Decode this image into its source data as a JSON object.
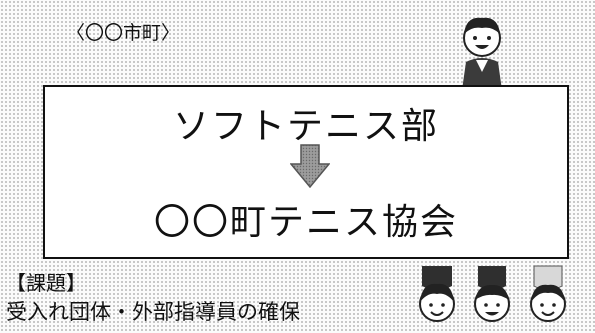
{
  "diagram": {
    "region_label": "〈〇〇市町〉",
    "from_label": "ソフトテニス部",
    "to_label": "〇〇町テニス協会",
    "issue_heading": "【課題】",
    "issue_text": "受入れ団体・外部指導員の確保"
  },
  "icons": {
    "arrow": "down-arrow-icon",
    "person_top": "person-icon",
    "group_bottom": "people-group-icon"
  },
  "colors": {
    "background": "#fbfbfb",
    "dot": "#9a9a9a",
    "box_border": "#111111",
    "arrow_fill": "#8c8c8c"
  }
}
